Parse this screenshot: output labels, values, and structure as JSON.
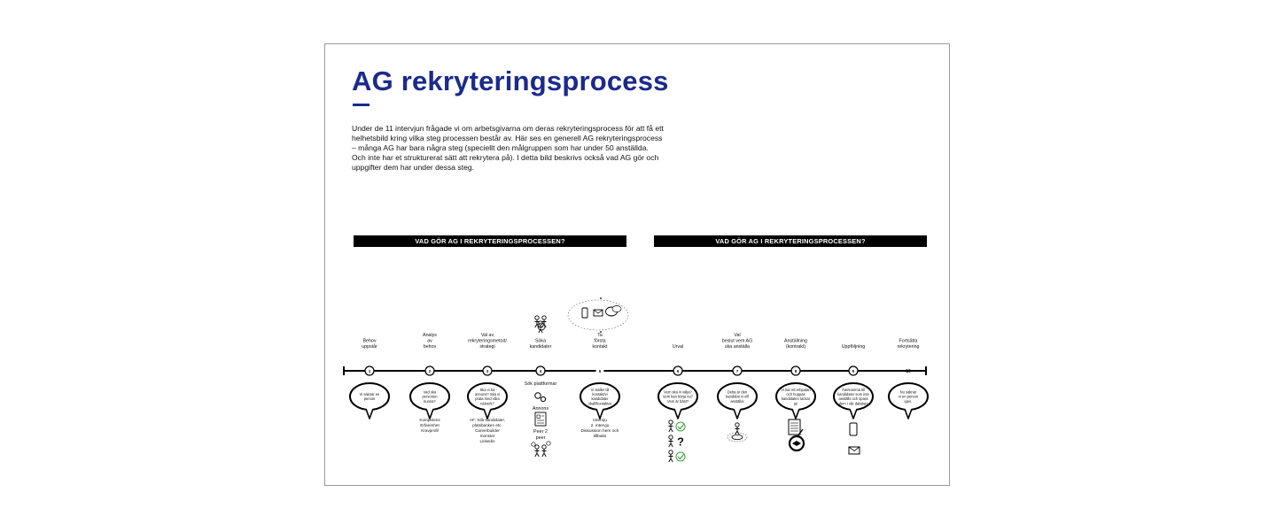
{
  "slide": {
    "title": "AG rekryteringsprocess",
    "intro_lines": [
      "Under de 11 intervjun frågade vi om arbetsgivarna om deras rekryteringsprocess för att få ett",
      "helhetsbild kring vilka steg processen består av. Här ses en generell AG rekryteringsprocess",
      "– många AG har bara några steg (speciellt den målgruppen som har under 50 anställda.",
      "Och inte har et strukturerat sätt att rekrytera på). I detta bild beskrivs också vad AG gör och",
      "uppgifter dem har under dessa steg."
    ],
    "banner_left": "VAD GÖR AG I REKRYTERINGSPROCESSEN?",
    "banner_right": "VAD GÖR AG I REKRYTERINGSPROCESSEN?"
  },
  "colors": {
    "title": "#1b2a8c",
    "line": "#000000",
    "check": "#3aa43a",
    "border": "#9a9a9a"
  },
  "steps": [
    {
      "number": "1",
      "label": [
        "Behov",
        "uppstår"
      ],
      "bubble": [
        "Vi saknar en",
        "person"
      ],
      "notes": []
    },
    {
      "number": "2",
      "label": [
        "Analys",
        "av",
        "behov"
      ],
      "bubble": [
        "Vad ska",
        "personen",
        "kunna?"
      ],
      "notes": [
        "Kompetens",
        "Erfarenhet",
        "Kravprofil"
      ]
    },
    {
      "number": "3",
      "label": [
        "Val av",
        "rekryteringsmetod/",
        "strategi"
      ],
      "bubble": [
        "Ska vi ha",
        "annons? Ska vi",
        "prata med våra",
        "nätverk?"
      ],
      "notes": [
        "AF: Sök kandidater,",
        "platsbanken etc.",
        "Careerbuilder",
        "monster",
        "Linkedin"
      ]
    },
    {
      "number": "4",
      "label": [
        "Söka",
        "kandidater"
      ],
      "bubble": [],
      "notes": [
        "Sök plattformar",
        "Annons",
        "Peer 2",
        "peer"
      ]
    },
    {
      "number": "5",
      "label": [
        "Ta",
        "första",
        "kontakt"
      ],
      "bubble": [
        "Vi ställer till",
        "kontakt/vi",
        "kandidater",
        "skall/kontaktar"
      ],
      "notes": [
        "Intervju",
        "2. intervju",
        "Diskussion hem och",
        "tillbaks"
      ]
    },
    {
      "number": "6",
      "label": [
        "Urval"
      ],
      "bubble": [
        "Vem ska vi välja?",
        "Vem kan börja nu?",
        "Vem är bäst?"
      ],
      "notes": []
    },
    {
      "number": "7",
      "label": [
        "Val",
        "beslut vem AG",
        "ska anställa"
      ],
      "bubble": [
        "Detta är den",
        "kandidat vi vill",
        "anställa!"
      ],
      "notes": []
    },
    {
      "number": "8",
      "label": [
        "Anställning",
        "(kontrakt)"
      ],
      "bubble": [
        "Vi har ett erbjudan",
        "och hoppas",
        "kandidaten tackar",
        "ja!"
      ],
      "notes": []
    },
    {
      "number": "9",
      "label": [
        "Uppföljning"
      ],
      "bubble": [
        "Återkomma till",
        "kandidater som inte",
        "anställs och spara",
        "dem i vår databas"
      ],
      "notes": []
    },
    {
      "number": "10",
      "label": [
        "Fortsätta",
        "rekrytering"
      ],
      "bubble": [
        "Nu saknar",
        "vi en person",
        "igen."
      ],
      "notes": []
    }
  ],
  "icons": {
    "urval_marks": [
      "check-icon",
      "question-icon",
      "check-icon"
    ],
    "question_mark": "?"
  }
}
